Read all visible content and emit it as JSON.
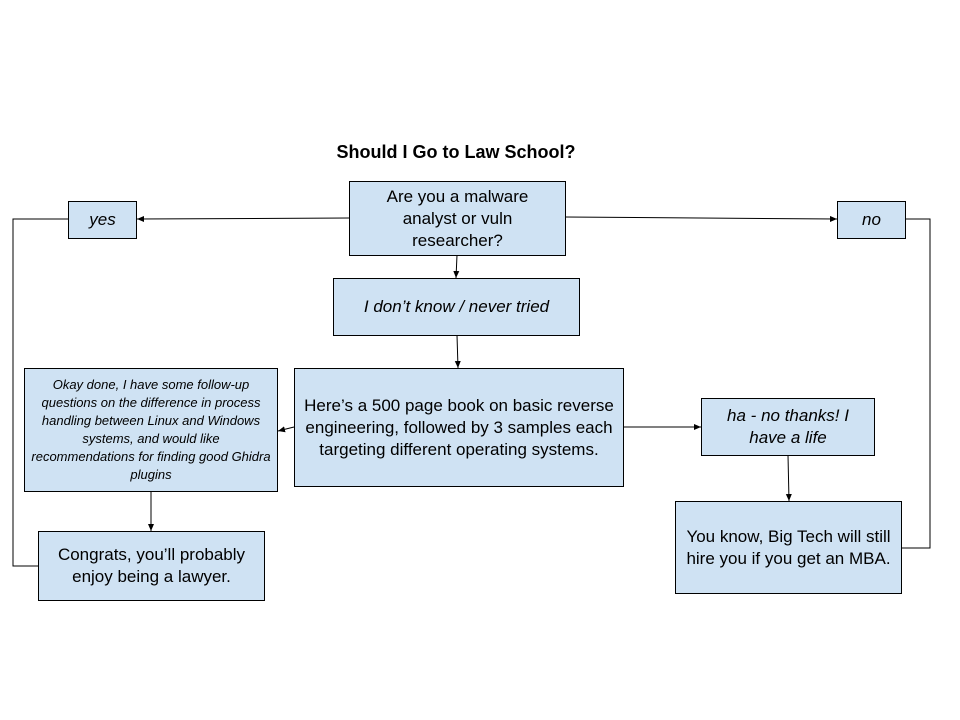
{
  "title": "Should I Go to Law School?",
  "nodes": {
    "question": "Are you a malware analyst or vuln researcher?",
    "yes": "yes",
    "no": "no",
    "unsure": "I don’t know / never tried",
    "book": "Here’s a 500 page book on basic reverse engineering, followed by 3 samples each targeting different operating systems.",
    "followup": "Okay done, I have some follow-up questions on the difference in process handling between Linux and Windows systems, and would like recommendations for finding good Ghidra plugins",
    "lawyer": "Congrats, you’ll probably enjoy being a lawyer.",
    "no_thanks": "ha - no thanks! I have a life",
    "mba": "You know, Big Tech will still hire you if you get an MBA."
  },
  "colors": {
    "node_fill": "#cfe2f3",
    "stroke": "#000000"
  }
}
